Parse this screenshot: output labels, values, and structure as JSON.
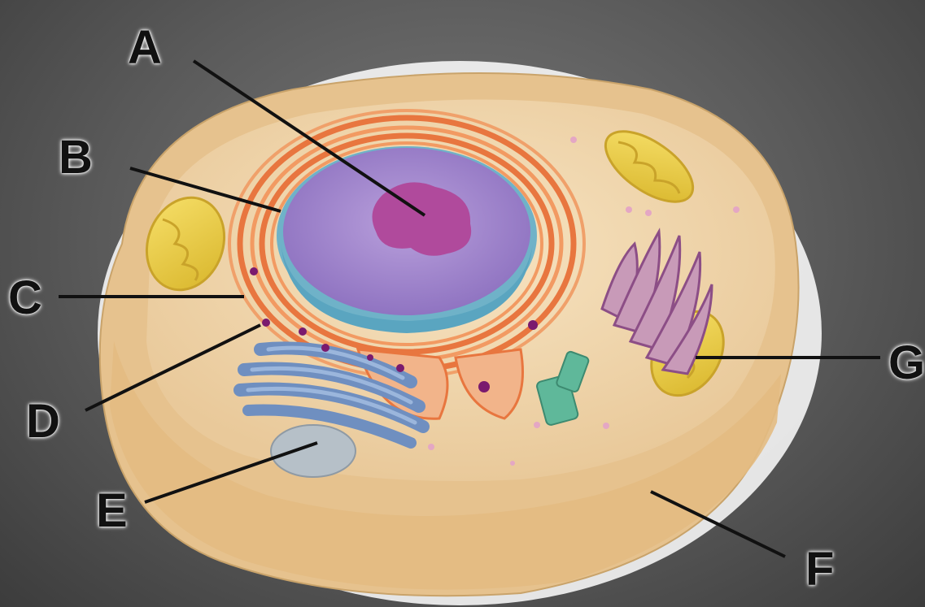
{
  "labels": {
    "a": "A",
    "b": "B",
    "c": "C",
    "d": "D",
    "e": "E",
    "f": "F",
    "g": "G"
  },
  "colors": {
    "background": "#5e5e5e",
    "cytoplasm": "#f2d9b0",
    "cell_membrane": "#e8c48f",
    "endoplasmic_reticulum": "#e8763f",
    "nucleus": "#a886c8",
    "nucleolus": "#b04a9c",
    "nuclear_envelope": "#6fb2c8",
    "mitochondria": "#f0d24a",
    "golgi": "#6f8fc0",
    "lysosome_outer": "#c89ab8",
    "centriole": "#5fb89a",
    "vesicles": "#7a1a6e",
    "leader_lines": "#111111"
  }
}
